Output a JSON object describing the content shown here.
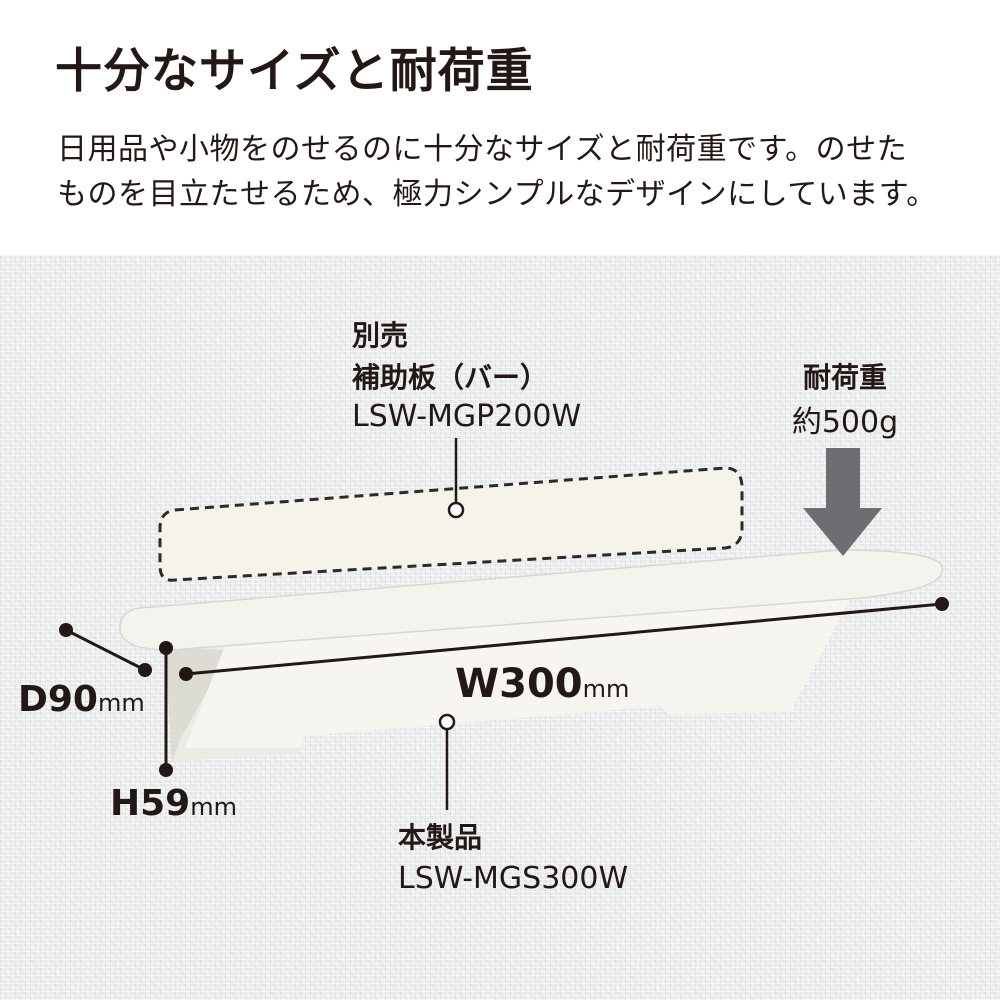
{
  "header": {
    "title": "十分なサイズと耐荷重",
    "description_line1": "日用品や小物をのせるのに十分なサイズと耐荷重です。のせた",
    "description_line2": "ものを目立たせるため、極力シンプルなデザインにしています。"
  },
  "option_part": {
    "tag": "別売",
    "name": "補助板（バー）",
    "model": "LSW-MGP200W"
  },
  "load": {
    "label": "耐荷重",
    "value": "約500g"
  },
  "dimensions": {
    "width_value": "W300",
    "depth_value": "D90",
    "height_value": "H59",
    "unit": "mm"
  },
  "product": {
    "name": "本製品",
    "model": "LSW-MGS300W"
  },
  "colors": {
    "text": "#231815",
    "arrow": "#6d6e71",
    "shelf": "#f4f3ee",
    "wall": "#eeefef"
  }
}
